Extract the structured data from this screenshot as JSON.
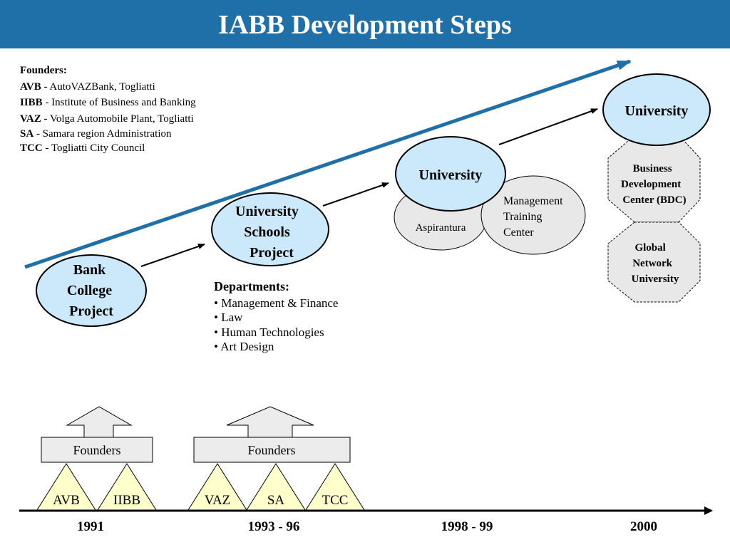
{
  "title": "IABB Development Steps",
  "legend": {
    "heading": "Founders:",
    "items": [
      {
        "abbr": "AVB",
        "desc": " - AutoVAZBank, Togliatti"
      },
      {
        "abbr": "IIBB",
        "desc": " - Institute of Business and Banking"
      },
      {
        "abbr": "VAZ",
        "desc": " - Volga Automobile Plant, Togliatti"
      },
      {
        "abbr": "SA",
        "desc": " - Samara region Administration"
      },
      {
        "abbr": "TCC",
        "desc": " - Togliatti City Council"
      }
    ]
  },
  "stages": {
    "bank_college": [
      "Bank",
      "College",
      "Project"
    ],
    "schools_project": [
      "University",
      "Schools",
      "Project"
    ],
    "university_1998": "University",
    "aspirantura": "Aspirantura",
    "mtc": [
      "Management",
      "Training",
      "Center"
    ],
    "university_2000": "University",
    "bdc": [
      "Business",
      "Development",
      "Center (BDC)"
    ],
    "gnu": [
      "Global",
      "Network",
      "University"
    ]
  },
  "departments": {
    "heading": "Departments:",
    "items": [
      "• Management & Finance",
      "• Law",
      "• Human Technologies",
      "• Art Design"
    ]
  },
  "founders_box_label": "Founders",
  "founders_group_1": [
    "AVB",
    "IIBB"
  ],
  "founders_group_2": [
    "VAZ",
    "SA",
    "TCC"
  ],
  "timeline": [
    "1991",
    "1993 - 96",
    "1998 - 99",
    "2000"
  ],
  "colors": {
    "header": "#1f6fa8",
    "university_fill": "#cce8fb",
    "gray_fill": "#e8e8e8",
    "founder_fill": "#ffffcc",
    "box_fill": "#ececec",
    "trend_arrow": "#1f6fa8"
  }
}
